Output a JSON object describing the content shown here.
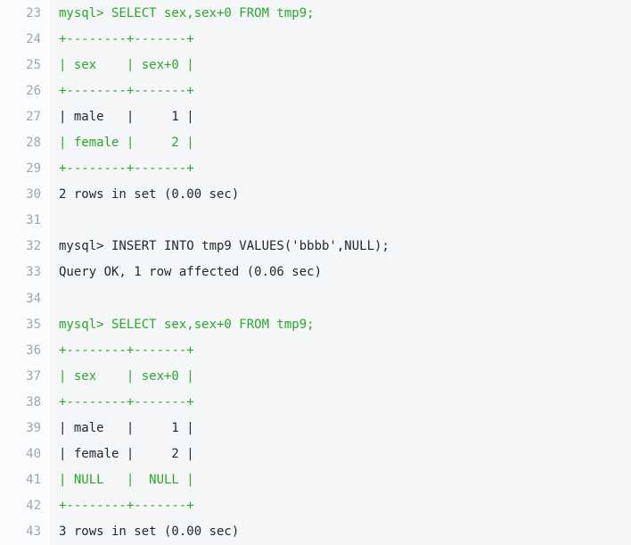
{
  "code_block": {
    "lines": [
      {
        "num": "23",
        "text": "mysql> SELECT sex,sex+0 FROM tmp9;",
        "color": "green"
      },
      {
        "num": "24",
        "text": "+--------+-------+",
        "color": "green"
      },
      {
        "num": "25",
        "text": "| sex    | sex+0 |",
        "color": "green"
      },
      {
        "num": "26",
        "text": "+--------+-------+",
        "color": "green"
      },
      {
        "num": "27",
        "text": "| male   |     1 |",
        "color": "default"
      },
      {
        "num": "28",
        "text": "| female |     2 |",
        "color": "green"
      },
      {
        "num": "29",
        "text": "+--------+-------+",
        "color": "green"
      },
      {
        "num": "30",
        "text": "2 rows in set (0.00 sec)",
        "color": "default"
      },
      {
        "num": "31",
        "text": "",
        "color": "default"
      },
      {
        "num": "32",
        "text": "mysql> INSERT INTO tmp9 VALUES('bbbb',NULL);",
        "color": "default"
      },
      {
        "num": "33",
        "text": "Query OK, 1 row affected (0.06 sec)",
        "color": "default"
      },
      {
        "num": "34",
        "text": "",
        "color": "default"
      },
      {
        "num": "35",
        "text": "mysql> SELECT sex,sex+0 FROM tmp9;",
        "color": "green"
      },
      {
        "num": "36",
        "text": "+--------+-------+",
        "color": "green"
      },
      {
        "num": "37",
        "text": "| sex    | sex+0 |",
        "color": "green"
      },
      {
        "num": "38",
        "text": "+--------+-------+",
        "color": "green"
      },
      {
        "num": "39",
        "text": "| male   |     1 |",
        "color": "default"
      },
      {
        "num": "40",
        "text": "| female |     2 |",
        "color": "default"
      },
      {
        "num": "41",
        "text": "| NULL   |  NULL |",
        "color": "green"
      },
      {
        "num": "42",
        "text": "+--------+-------+",
        "color": "green"
      },
      {
        "num": "43",
        "text": "3 rows in set (0.00 sec)",
        "color": "default"
      }
    ]
  },
  "colors": {
    "green": "#2aa82a",
    "default_text": "#24292e",
    "line_number": "#9fa6ab",
    "gutter_bg": "#fbfcfd",
    "code_bg": "#f4f6f8"
  }
}
